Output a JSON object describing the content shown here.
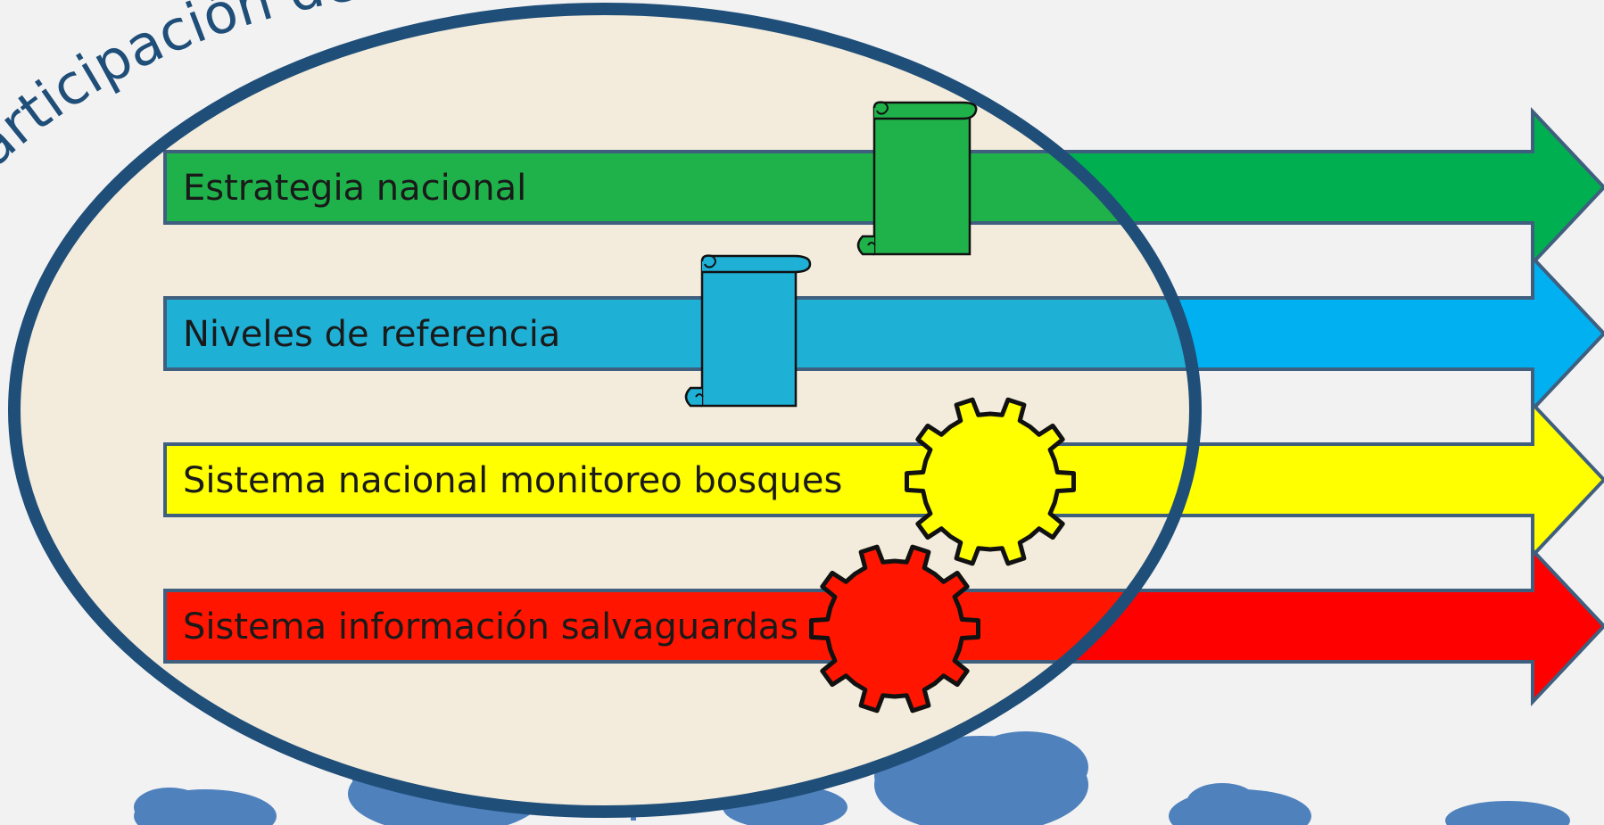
{
  "diagram": {
    "arc_title": "Participación de",
    "rows": [
      {
        "label": "Estrategia nacional",
        "bar_color": "#1fb24a",
        "arrow_color": "#00b050"
      },
      {
        "label": "Niveles de referencia",
        "bar_color": "#1fb0d6",
        "arrow_color": "#00b0f0"
      },
      {
        "label": "Sistema nacional monitoreo bosques",
        "bar_color": "#ffff00",
        "arrow_color": "#ffff00"
      },
      {
        "label": "Sistema información salvaguardas",
        "bar_color": "#ff1500",
        "arrow_color": "#ff0000"
      }
    ],
    "ellipse_fill": "#f3ecdc",
    "ellipse_stroke": "#1f4e79",
    "tree_color": "#4f81bd",
    "icons": [
      "scroll-icon",
      "scroll-icon",
      "gear-icon",
      "gear-icon"
    ]
  }
}
